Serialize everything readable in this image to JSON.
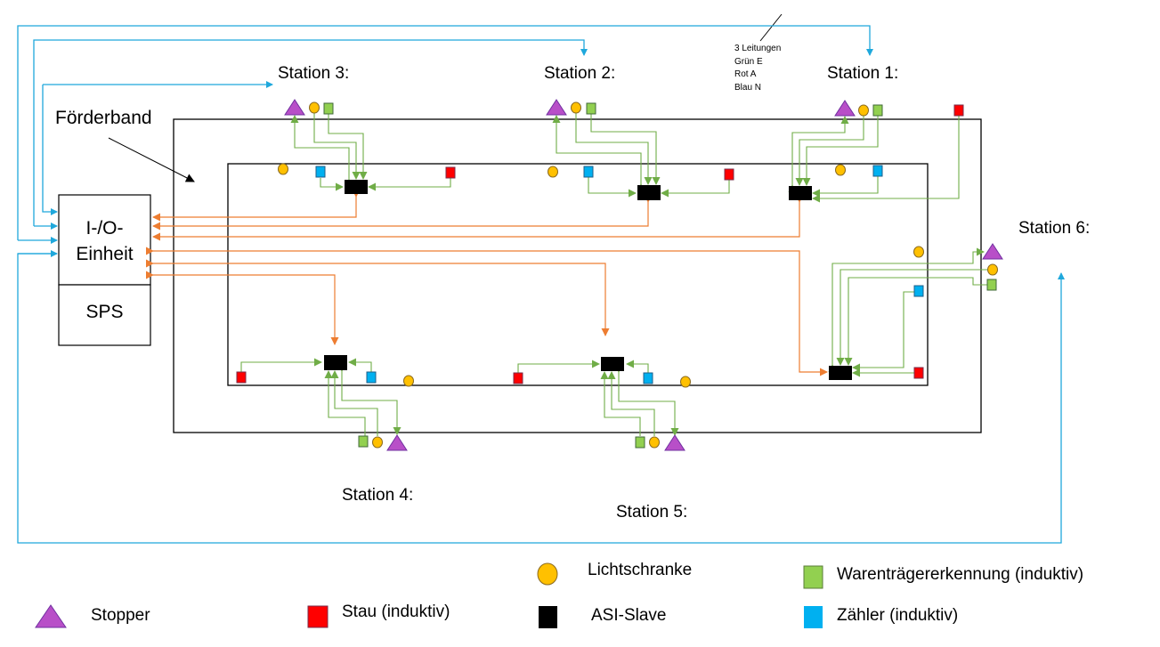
{
  "title_labels": {
    "conveyor": "Förderband",
    "io_unit": "I-/O-\nEinheit",
    "io_unit_line1": "I-/O-",
    "io_unit_line2": "Einheit",
    "plc": "SPS"
  },
  "note": {
    "lines": [
      "3 Leitungen",
      "Grün E",
      "Rot A",
      "Blau N"
    ]
  },
  "stations": [
    {
      "id": 1,
      "label": "Station 1:"
    },
    {
      "id": 2,
      "label": "Station 2:"
    },
    {
      "id": 3,
      "label": "Station 3:"
    },
    {
      "id": 4,
      "label": "Station 4:"
    },
    {
      "id": 5,
      "label": "Station 5:"
    },
    {
      "id": 6,
      "label": "Station 6:"
    }
  ],
  "legend": [
    {
      "symbol": "triangle",
      "icon": "stopper-icon",
      "label": "Stopper",
      "color": "#b84fc8"
    },
    {
      "symbol": "square",
      "icon": "stau-icon",
      "label": "Stau (induktiv)",
      "color": "#ff0000"
    },
    {
      "symbol": "circle",
      "icon": "lichtschranke-icon",
      "label": "Lichtschranke",
      "color": "#ffc000"
    },
    {
      "symbol": "square",
      "icon": "asi-slave-icon",
      "label": "ASI-Slave",
      "color": "#000000"
    },
    {
      "symbol": "square",
      "icon": "warentraeger-icon",
      "label": "Warenträgererkennung (induktiv)",
      "color": "#92d050"
    },
    {
      "symbol": "square",
      "icon": "zaehler-icon",
      "label": "Zähler (induktiv)",
      "color": "#00b0f0"
    }
  ],
  "colors": {
    "power_line": "#1fa8dc",
    "signal_line": "#ed7d31",
    "sensor_line": "#70ad47",
    "stopper": "#b84fc8",
    "stau": "#ff0000",
    "lichtschranke": "#ffc000",
    "warentraeger": "#92d050",
    "zaehler": "#00b0f0",
    "asi_slave": "#000000"
  }
}
